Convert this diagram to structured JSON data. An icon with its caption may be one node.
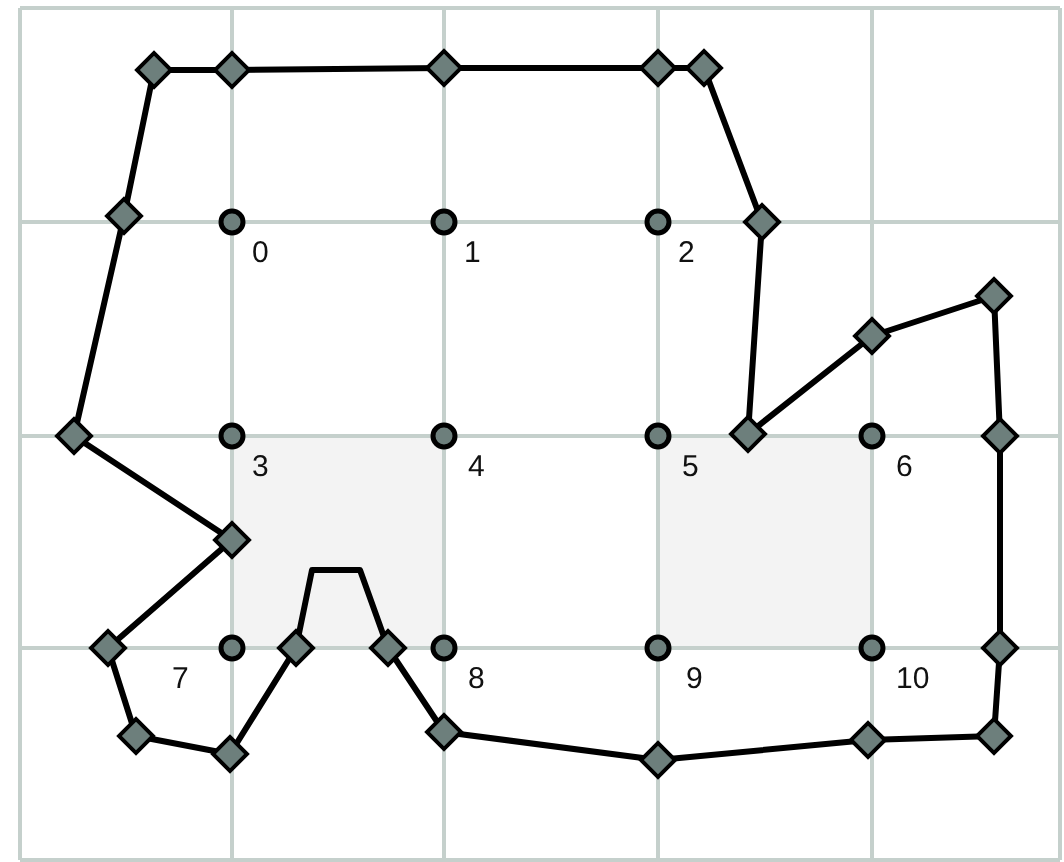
{
  "diagram": {
    "labels": [
      "0",
      "1",
      "2",
      "3",
      "4",
      "5",
      "6",
      "7",
      "8",
      "9",
      "10"
    ]
  }
}
